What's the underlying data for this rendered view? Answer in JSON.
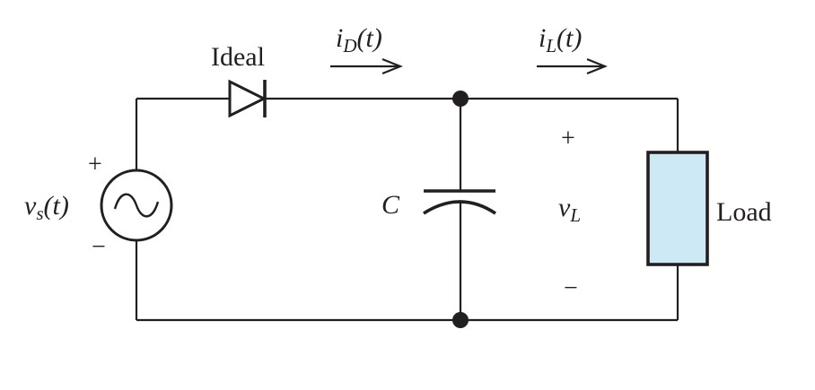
{
  "diagram": {
    "diode": {
      "label": "Ideal"
    },
    "diode_current": {
      "symbol": "i",
      "subscript": "D",
      "argument": "(t)"
    },
    "load_current": {
      "symbol": "i",
      "subscript": "L",
      "argument": "(t)"
    },
    "source": {
      "symbol": "v",
      "subscript": "s",
      "argument": "(t)",
      "plus": "+",
      "minus": "−"
    },
    "capacitor": {
      "label": "C"
    },
    "load_voltage": {
      "symbol": "v",
      "subscript": "L",
      "plus": "+",
      "minus": "−"
    },
    "load": {
      "label": "Load",
      "fill_color": "#cde9f6"
    },
    "colors": {
      "line": "#231f20",
      "background": "#ffffff"
    }
  }
}
